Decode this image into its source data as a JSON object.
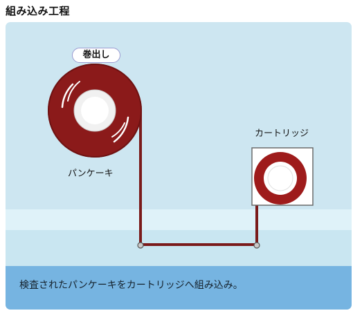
{
  "title": "組み込み工程",
  "unwind_label": "巻出し",
  "pancake_label": "パンケーキ",
  "cartridge_label": "カートリッジ",
  "caption": "検査されたパンケーキをカートリッジへ組み込み。",
  "colors": {
    "panel_bg": "#cde6f1",
    "band_light": "#dff2f9",
    "footer_bg": "#76b4e1",
    "reel": "#8b1a1a",
    "cartridge_ring": "#9e1b1b",
    "badge_border": "#9a9ad0"
  },
  "icons": [
    "pancake-reel-icon",
    "cartridge-icon",
    "roller-icon"
  ]
}
